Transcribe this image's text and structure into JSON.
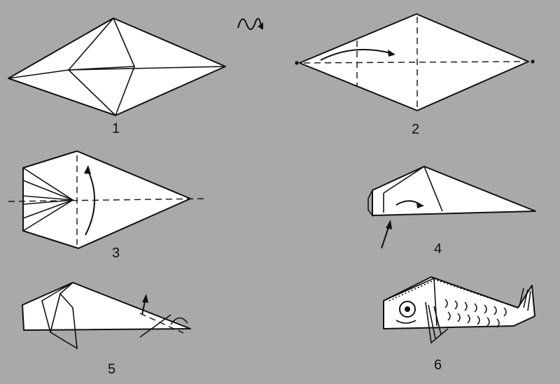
{
  "steps": [
    {
      "number": "1"
    },
    {
      "number": "2"
    },
    {
      "number": "3"
    },
    {
      "number": "4"
    },
    {
      "number": "5"
    },
    {
      "number": "6"
    }
  ],
  "turn_over_symbol": "turn-over-icon",
  "colors": {
    "background": "#a9a9a9",
    "paper": "#ffffff",
    "ink": "#111111"
  }
}
